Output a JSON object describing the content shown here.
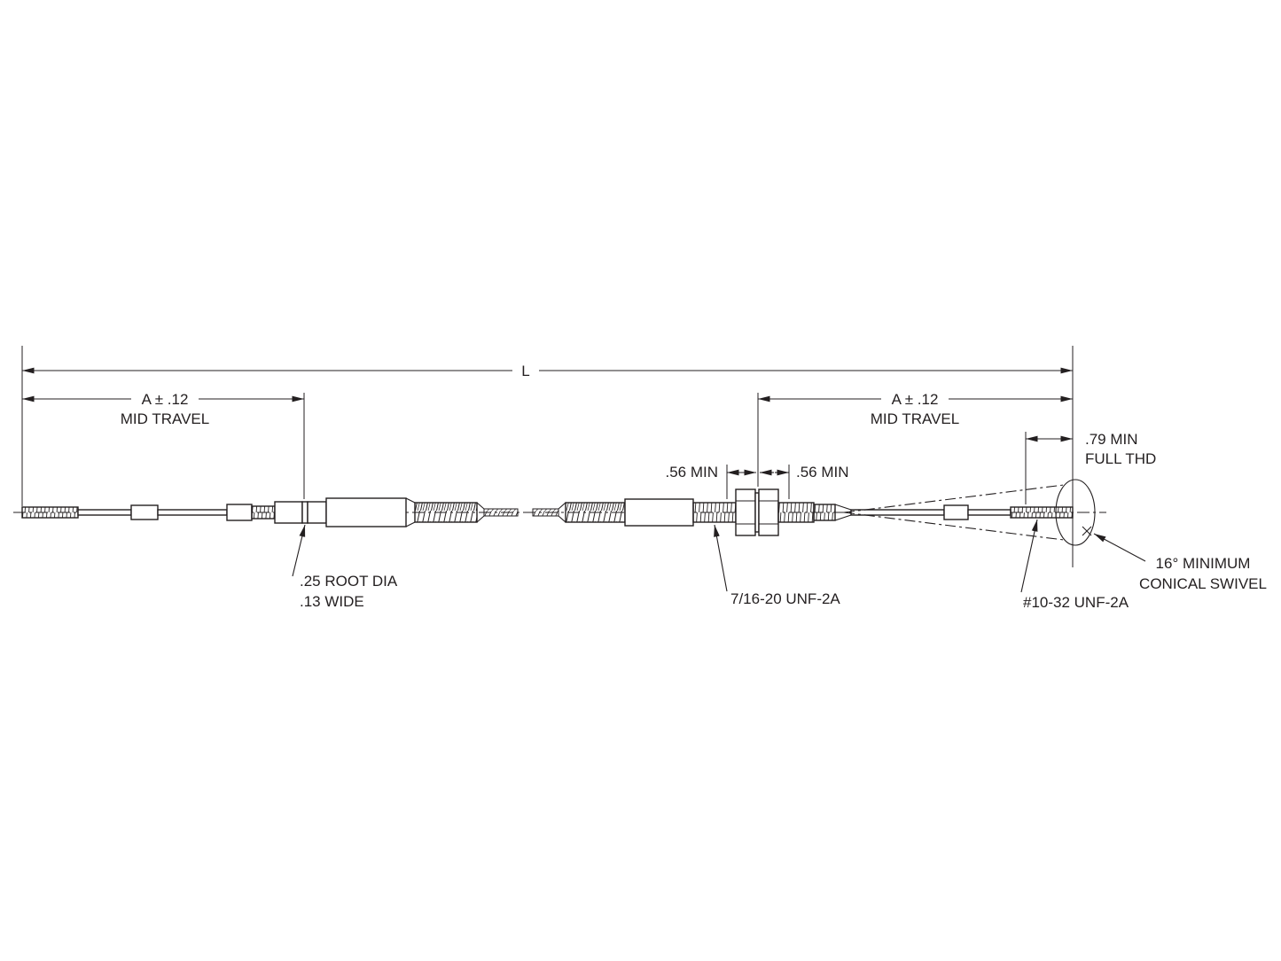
{
  "page": {
    "background": "#ffffff"
  },
  "drawing": {
    "line_color": "#231f20",
    "dimensions": {
      "overall_length": "L",
      "mid_travel_left_1": "A ± .12",
      "mid_travel_left_2": "MID TRAVEL",
      "mid_travel_right_1": "A ± .12",
      "mid_travel_right_2": "MID TRAVEL",
      "full_thread_1": ".79 MIN",
      "full_thread_2": "FULL THD",
      "min_engagement_left": ".56 MIN",
      "min_engagement_right": ".56 MIN"
    },
    "callouts": {
      "root_groove_1": ".25 ROOT DIA",
      "root_groove_2": ".13 WIDE",
      "bulkhead_thread": "7/16-20 UNF-2A",
      "rod_end_thread": "#10-32 UNF-2A",
      "conical_swivel_1": "16° MINIMUM",
      "conical_swivel_2": "CONICAL SWIVEL"
    }
  }
}
